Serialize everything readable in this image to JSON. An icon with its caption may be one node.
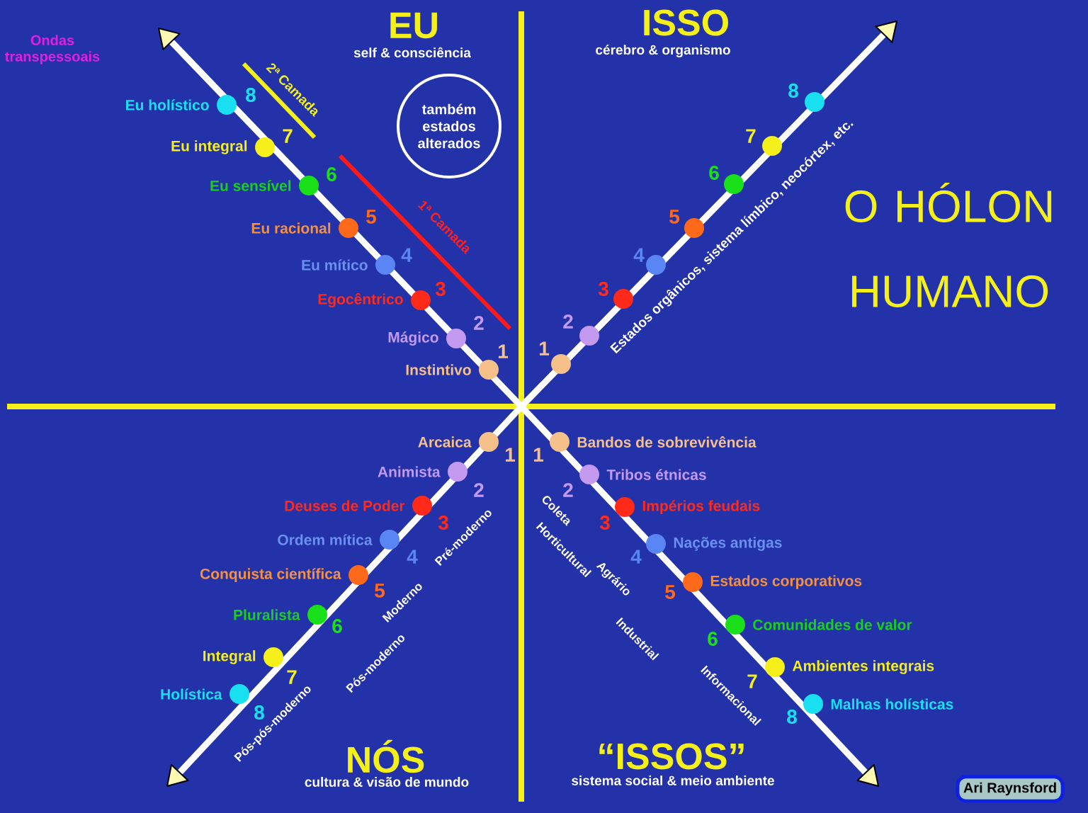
{
  "diagram": {
    "title": "O HÓLON HUMANO",
    "nodes": [
      {
        "text": [
          "também estados alterados"
        ]
      },
      {
        "text": [
          "Ari Raynsford"
        ]
      }
    ],
    "labels": [
      "Ondas transpessoais",
      "EU",
      "self & consciência",
      "ISSO",
      "cérebro & organismo",
      "2ª Camada",
      "1ª Camada",
      "Eu holístico",
      "8",
      "Eu integral",
      "7",
      "Eu sensível",
      "6",
      "Eu racional",
      "5",
      "Eu mítico",
      "4",
      "Egocêntrico",
      "3",
      "Mágico",
      "2",
      "Instintivo",
      "1",
      "8",
      "7",
      "6",
      "5",
      "4",
      "3",
      "2",
      "1",
      "Estados orgânicos, sistema límbico, neocórtex, etc.",
      "Arcaica",
      "1",
      "Animista",
      "2",
      "Deuses de Poder",
      "3",
      "Ordem mítica",
      "4",
      "Conquista científica",
      "5",
      "Pluralista",
      "6",
      "Integral",
      "7",
      "Holística",
      "8",
      "Pré-moderno",
      "Moderno",
      "Pós-moderno",
      "Pós-pós-moderno",
      "1",
      "Bandos de sobrevivência",
      "2",
      "Tribos étnicas",
      "3",
      "Impérios feudais",
      "4",
      "Nações antigas",
      "5",
      "Estados corporativos",
      "6",
      "Comunidades de valor",
      "7",
      "Ambientes integrais",
      "8",
      "Malhas holísticas",
      "Coleta",
      "Horticultural",
      "Agrário",
      "Industrial",
      "Informacional",
      "NÓS",
      "cultura & visão de mundo",
      "“ISSOS”",
      "sistema social & meio ambiente"
    ]
  }
}
